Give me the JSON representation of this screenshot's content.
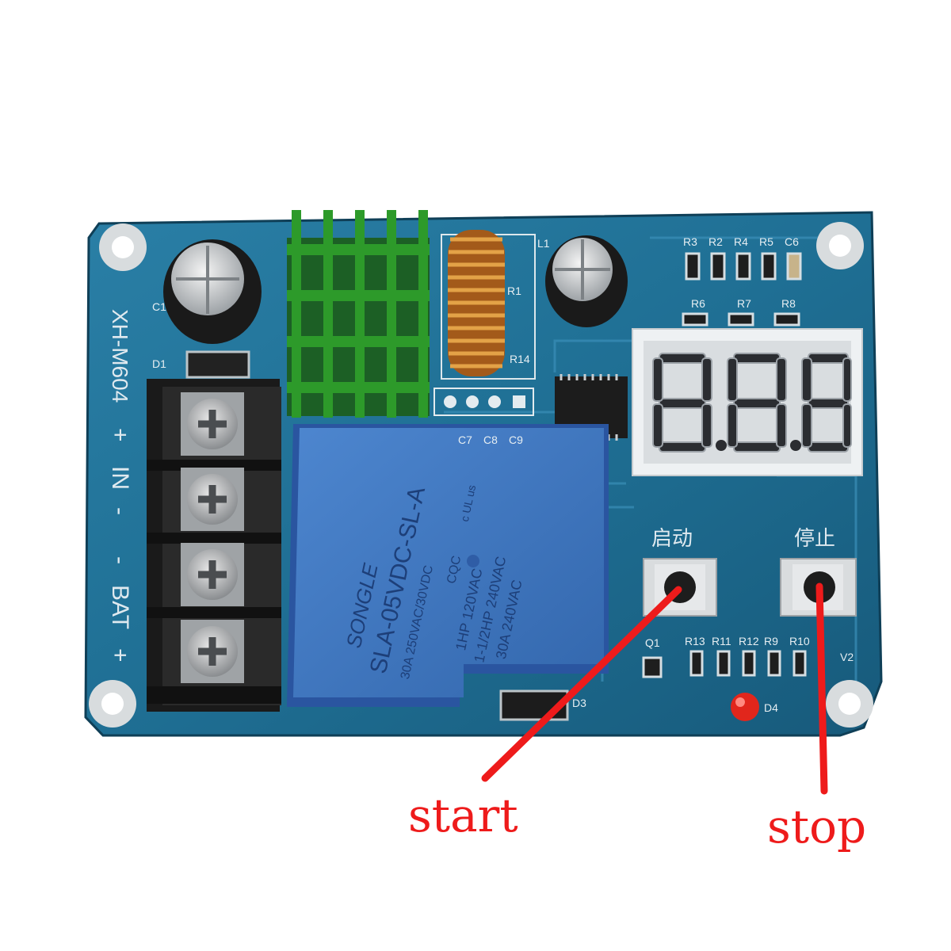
{
  "board": {
    "model": "XH-M604",
    "terminals": {
      "plus1": "+",
      "in": "IN",
      "minus1": "-",
      "minus2": "-",
      "bat": "BAT",
      "plus2": "+"
    },
    "component_labels": {
      "c1": "C1",
      "d1": "D1",
      "l1": "L1",
      "d3": "D3",
      "d4": "D4",
      "q1": "Q1",
      "v2": "V2",
      "r3": "R3",
      "r2": "R2",
      "r4": "R4",
      "r5": "R5",
      "c6": "C6",
      "r6": "R6",
      "r7": "R7",
      "r8": "R8",
      "c7": "C7",
      "c8": "C8",
      "c9": "C9",
      "r13": "R13",
      "r11": "R11",
      "r12": "R12",
      "r9": "R9",
      "r10": "R10",
      "r1": "R1",
      "r14": "R14"
    },
    "start_label_cn": "启动",
    "stop_label_cn": "停止",
    "display_value": "8.8.8"
  },
  "relay": {
    "brand": "SONGLE",
    "model": "SLA-05VDC-SL-A",
    "rating1": "30A  250VAC/30VDC",
    "cert": "CQC",
    "rating2": "1HP 120VAC",
    "rating3": "1-1/2HP 240VAC",
    "rating4": "30A 240VAC",
    "ul": "c UL us"
  },
  "annotations": {
    "start": "start",
    "stop": "stop",
    "arrow_color": "#ee1b1b"
  },
  "colors": {
    "pcb": "#1f6f94",
    "pcb_dark": "#17526f",
    "relay": "#3f78c2",
    "heatsink": "#2d9a2a"
  }
}
